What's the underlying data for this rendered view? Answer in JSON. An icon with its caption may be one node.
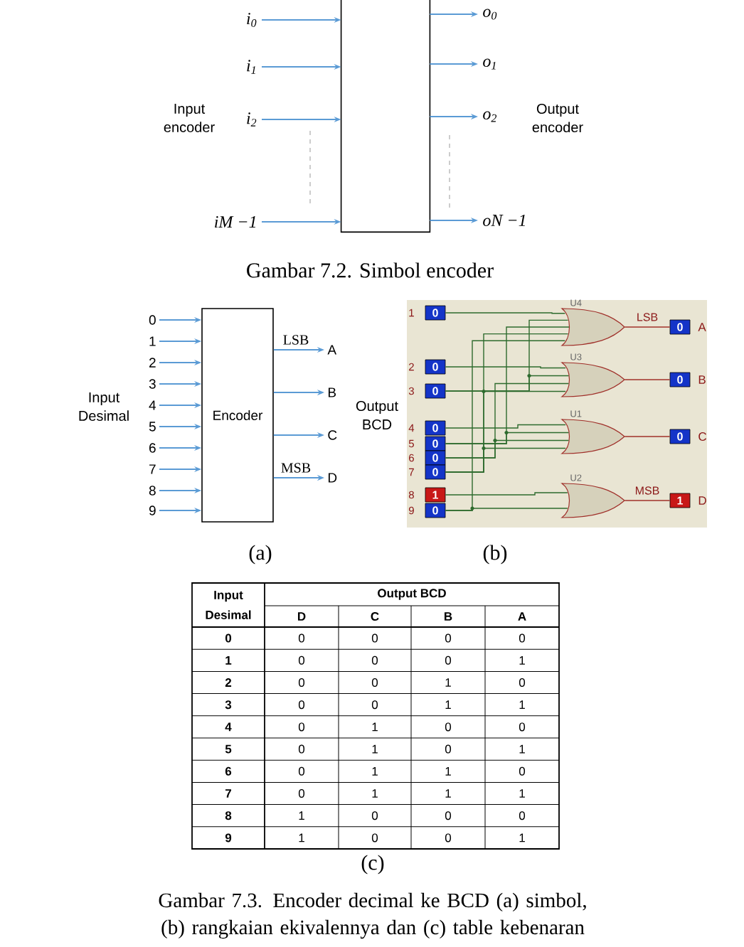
{
  "diagram": {
    "caption": "Gambar 7.3. Encoder decimal ke BCD (a) simbol, (b) rangkaian ekivalennya dan (c) table kebenaran",
    "nodes": [
      {
        "text": [],
        "shape": "box"
      },
      {
        "text": [
          "i$_{0}$"
        ]
      },
      {
        "text": [
          "i$_{1}$"
        ]
      },
      {
        "text": [
          "i$_{2}$"
        ]
      },
      {
        "text": [
          "iM −1"
        ]
      },
      {
        "text": [
          "o$_{0}$"
        ]
      },
      {
        "text": [
          "o$_{1}$"
        ]
      },
      {
        "text": [
          "o$_{2}$"
        ]
      },
      {
        "text": [
          "oN −1"
        ]
      },
      {
        "text": [
          "Encoder"
        ]
      },
      {
        "text": [
          "0"
        ]
      },
      {
        "text": [
          "1"
        ]
      },
      {
        "text": [
          "2"
        ]
      },
      {
        "text": [
          "3"
        ]
      },
      {
        "text": [
          "4"
        ]
      },
      {
        "text": [
          "5"
        ]
      },
      {
        "text": [
          "6"
        ]
      },
      {
        "text": [
          "7"
        ]
      },
      {
        "text": [
          "8"
        ]
      },
      {
        "text": [
          "9"
        ]
      },
      {
        "text": [
          "A"
        ]
      },
      {
        "text": [
          "B"
        ]
      },
      {
        "text": [
          "C"
        ]
      },
      {
        "text": [
          "D"
        ]
      },
      {
        "text": [
          "0"
        ],
        "beside": [
          "1"
        ]
      },
      {
        "text": [
          "0"
        ],
        "beside": [
          "2"
        ]
      },
      {
        "text": [
          "0"
        ],
        "beside": [
          "3"
        ]
      },
      {
        "text": [
          "0"
        ],
        "beside": [
          "4"
        ]
      },
      {
        "text": [
          "0"
        ],
        "beside": [
          "5"
        ]
      },
      {
        "text": [
          "0"
        ],
        "beside": [
          "6"
        ]
      },
      {
        "text": [
          "0"
        ],
        "beside": [
          "7"
        ]
      },
      {
        "text": [
          "1"
        ],
        "beside": [
          "8"
        ]
      },
      {
        "text": [
          "0"
        ],
        "beside": [
          "9"
        ]
      },
      {
        "text": [],
        "shape": "gate",
        "beside": [
          "U4"
        ]
      },
      {
        "text": [],
        "shape": "gate",
        "beside": [
          "U3"
        ]
      },
      {
        "text": [],
        "shape": "gate",
        "beside": [
          "U1"
        ]
      },
      {
        "text": [],
        "shape": "gate",
        "beside": [
          "U2"
        ]
      },
      {
        "text": [
          "0"
        ],
        "beside": [
          "A"
        ]
      },
      {
        "text": [
          "0"
        ],
        "beside": [
          "B"
        ]
      },
      {
        "text": [
          "0"
        ],
        "beside": [
          "C"
        ]
      },
      {
        "text": [
          "1"
        ],
        "beside": [
          "D"
        ]
      }
    ],
    "edges": [
      {
        "from": 1,
        "to": 0,
        "arrow": "to"
      },
      {
        "from": 2,
        "to": 0,
        "arrow": "to"
      },
      {
        "from": 3,
        "to": 0,
        "arrow": "to"
      },
      {
        "from": 4,
        "to": 0,
        "arrow": "to"
      },
      {
        "from": 0,
        "to": 5,
        "arrow": "to"
      },
      {
        "from": 0,
        "to": 6,
        "arrow": "to"
      },
      {
        "from": 0,
        "to": 7,
        "arrow": "to"
      },
      {
        "from": 0,
        "to": 8,
        "arrow": "to"
      },
      {
        "from": 10,
        "to": 9,
        "arrow": "to"
      },
      {
        "from": 11,
        "to": 9,
        "arrow": "to"
      },
      {
        "from": 12,
        "to": 9,
        "arrow": "to"
      },
      {
        "from": 13,
        "to": 9,
        "arrow": "to"
      },
      {
        "from": 14,
        "to": 9,
        "arrow": "to"
      },
      {
        "from": 15,
        "to": 9,
        "arrow": "to"
      },
      {
        "from": 16,
        "to": 9,
        "arrow": "to"
      },
      {
        "from": 17,
        "to": 9,
        "arrow": "to"
      },
      {
        "from": 18,
        "to": 9,
        "arrow": "to"
      },
      {
        "from": 19,
        "to": 9,
        "arrow": "to"
      },
      {
        "from": 9,
        "to": 20,
        "arrow": "to",
        "label": "LSB"
      },
      {
        "from": 9,
        "to": 21,
        "arrow": "to"
      },
      {
        "from": 9,
        "to": 22,
        "arrow": "to"
      },
      {
        "from": 9,
        "to": 23,
        "arrow": "to",
        "label": "MSB"
      },
      {
        "from": 24,
        "to": 33,
        "arrow": "none",
        "color": "#2e6b2e"
      },
      {
        "from": 26,
        "to": 33,
        "arrow": "none",
        "color": "#2e6b2e"
      },
      {
        "from": 28,
        "to": 33,
        "arrow": "none",
        "color": "#2e6b2e"
      },
      {
        "from": 30,
        "to": 33,
        "arrow": "none",
        "color": "#2e6b2e"
      },
      {
        "from": 32,
        "to": 33,
        "arrow": "none",
        "color": "#2e6b2e"
      },
      {
        "from": 25,
        "to": 34,
        "arrow": "none",
        "color": "#2e6b2e"
      },
      {
        "from": 26,
        "to": 34,
        "arrow": "none",
        "color": "#2e6b2e"
      },
      {
        "from": 29,
        "to": 34,
        "arrow": "none",
        "color": "#2e6b2e"
      },
      {
        "from": 30,
        "to": 34,
        "arrow": "none",
        "color": "#2e6b2e"
      },
      {
        "from": 27,
        "to": 35,
        "arrow": "none",
        "color": "#2e6b2e"
      },
      {
        "from": 28,
        "to": 35,
        "arrow": "none",
        "color": "#2e6b2e"
      },
      {
        "from": 29,
        "to": 35,
        "arrow": "none",
        "color": "#2e6b2e"
      },
      {
        "from": 30,
        "to": 35,
        "arrow": "none",
        "color": "#2e6b2e"
      },
      {
        "from": 31,
        "to": 36,
        "arrow": "none",
        "color": "#2e6b2e"
      },
      {
        "from": 32,
        "to": 36,
        "arrow": "none",
        "color": "#2e6b2e"
      },
      {
        "from": 33,
        "to": 37,
        "arrow": "none",
        "color": "#a0302a",
        "label": "LSB"
      },
      {
        "from": 34,
        "to": 38,
        "arrow": "none",
        "color": "#a0302a"
      },
      {
        "from": 35,
        "to": 39,
        "arrow": "none",
        "color": "#a0302a"
      },
      {
        "from": 36,
        "to": 40,
        "arrow": "none",
        "color": "#a0302a",
        "label": "MSB"
      }
    ],
    "labels": [
      "Input encoder",
      "Output encoder",
      "Gambar 7.2. Simbol encoder",
      "Input Desimal",
      "Output BCD",
      "(a)",
      "(b)",
      "Input Desimal",
      "Output BCD",
      "D",
      "C",
      "B",
      "A",
      "0",
      "0",
      "0",
      "0",
      "0",
      "1",
      "0",
      "0",
      "0",
      "1",
      "2",
      "0",
      "0",
      "1",
      "0",
      "3",
      "0",
      "0",
      "1",
      "1",
      "4",
      "0",
      "1",
      "0",
      "0",
      "5",
      "0",
      "1",
      "0",
      "1",
      "6",
      "0",
      "1",
      "1",
      "0",
      "7",
      "0",
      "1",
      "1",
      "1",
      "8",
      "1",
      "0",
      "0",
      "0",
      "9",
      "1",
      "0",
      "0",
      "1",
      "(c)"
    ]
  }
}
